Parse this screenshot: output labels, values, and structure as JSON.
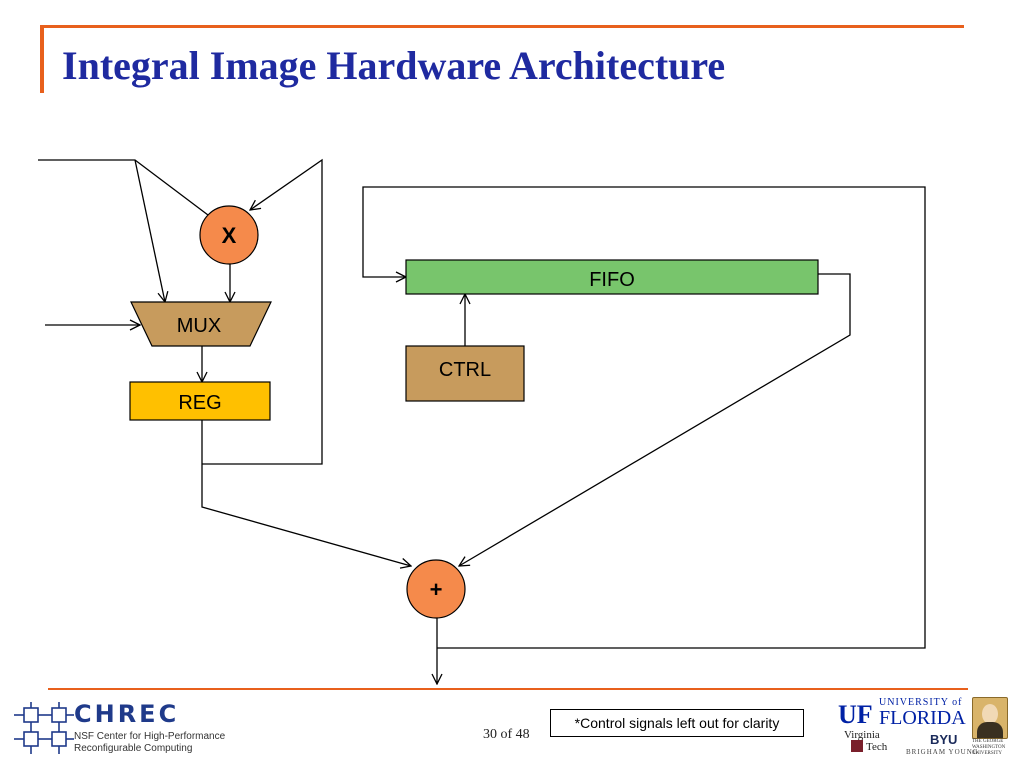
{
  "slide": {
    "title": "Integral Image Hardware Architecture",
    "page_number": "30 of 48",
    "note": "*Control signals left out for clarity"
  },
  "diagram": {
    "nodes": {
      "multiplier": "X",
      "mux": "MUX",
      "register": "REG",
      "fifo": "FIFO",
      "controller": "CTRL",
      "adder": "+"
    },
    "colors": {
      "operator_fill": "#f58a4b",
      "mux_fill": "#c79b5d",
      "register_fill": "#ffc000",
      "fifo_fill": "#78c56c",
      "controller_fill": "#c79b5d",
      "accent": "#e8601c",
      "title": "#1f2aa0"
    }
  },
  "footer": {
    "chrec": {
      "name": "CHREC",
      "line1": "NSF Center for High-Performance",
      "line2": "Reconfigurable Computing"
    },
    "partners": {
      "uf_mark": "UF",
      "uf_university": "UNIVERSITY of",
      "uf_florida": "FLORIDA",
      "vt_line1": "Virginia",
      "vt_line2": "Tech",
      "byu_mark": "BYU",
      "byu_name": "BRIGHAM YOUNG",
      "gw_name": "THE GEORGE WASHINGTON UNIVERSITY"
    }
  }
}
